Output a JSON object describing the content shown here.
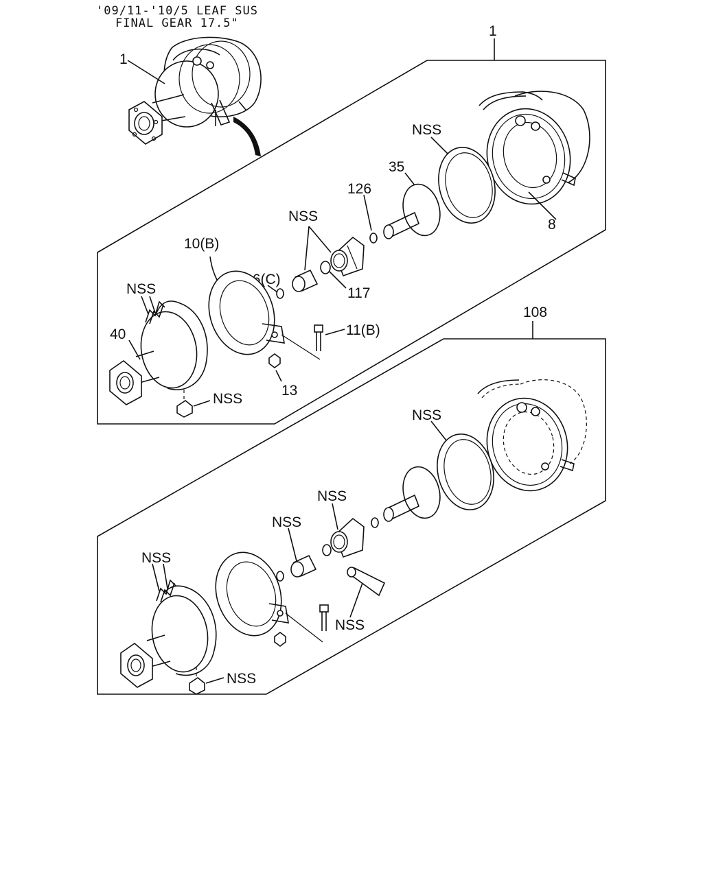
{
  "header": {
    "line1": "'09/11-'10/5 LEAF SUS",
    "line2": "FINAL GEAR 17.5\""
  },
  "overview": {
    "callout": "1"
  },
  "group1": {
    "callout": "1",
    "labels": {
      "nss_gasket": "NSS",
      "p35": "35",
      "p126": "126",
      "nss_boot": "NSS",
      "p10b": "10(B)",
      "p116c": "116(C)",
      "p117": "117",
      "nss_pipe": "NSS",
      "p40": "40",
      "p11b": "11(B)",
      "p13": "13",
      "nss_nut": "NSS",
      "p8": "8"
    }
  },
  "group2": {
    "callout": "108",
    "labels": {
      "nss_gasket": "NSS",
      "nss_boot": "NSS",
      "nss_bush": "NSS",
      "nss_pipe": "NSS",
      "nss_pin": "NSS",
      "nss_nut": "NSS"
    }
  }
}
